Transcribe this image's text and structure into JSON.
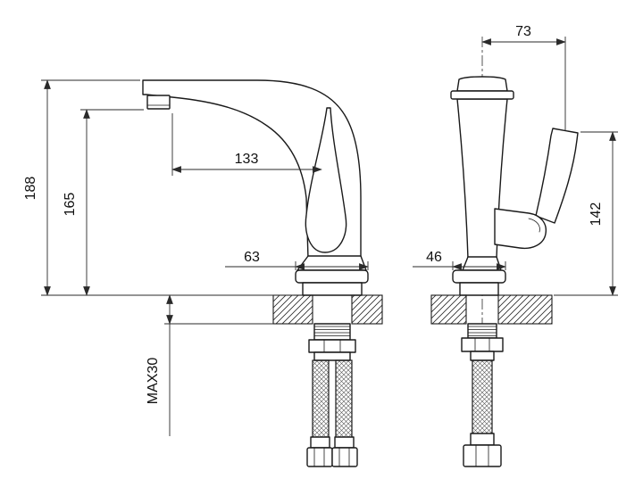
{
  "page": {
    "ink_color": "#1a1a1a",
    "paper_color": "#ffffff"
  },
  "dimensions": {
    "total_height": "188",
    "spout_height": "165",
    "spout_reach": "133",
    "front_base_width": "63",
    "max_counter_thickness": "MAX30",
    "top_depth": "73",
    "side_base_width": "46",
    "handle_height": "142"
  }
}
